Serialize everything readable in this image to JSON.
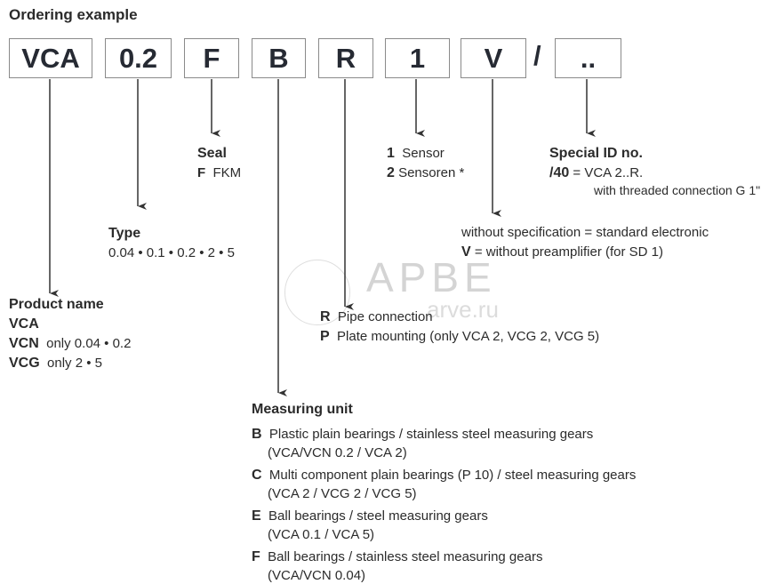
{
  "title": "Ordering example",
  "code_boxes": [
    "VCA",
    "0.2",
    "F",
    "B",
    "R",
    "1",
    "V",
    "/",
    ".."
  ],
  "seal": {
    "heading": "Seal",
    "items": [
      {
        "code": "F",
        "text": "FKM"
      }
    ]
  },
  "type": {
    "heading": "Type",
    "values": "0.04 • 0.1 • 0.2 • 2 • 5"
  },
  "product": {
    "heading": "Product name",
    "items": [
      {
        "code": "VCA",
        "text": ""
      },
      {
        "code": "VCN",
        "text": "only 0.04 • 0.2"
      },
      {
        "code": "VCG",
        "text": "only 2 • 5"
      }
    ]
  },
  "sensors": {
    "items": [
      {
        "code": "1",
        "text": "Sensor"
      },
      {
        "code": "2",
        "text": "Sensoren *"
      }
    ]
  },
  "special": {
    "heading": "Special ID no.",
    "code": "/40",
    "text": "= VCA 2..R.",
    "sub": "with threaded connection G 1\""
  },
  "electronics": {
    "line1": "without specification = standard electronic",
    "code": "V",
    "line2": "= without preamplifier (for SD 1)"
  },
  "connection": {
    "items": [
      {
        "code": "R",
        "text": "Pipe connection"
      },
      {
        "code": "P",
        "text": "Plate mounting (only VCA 2, VCG 2, VCG 5)"
      }
    ]
  },
  "measuring": {
    "heading": "Measuring unit",
    "items": [
      {
        "code": "B",
        "text": "Plastic plain bearings / stainless steel measuring gears",
        "sub": "(VCA/VCN 0.2 / VCA 2)"
      },
      {
        "code": "C",
        "text": "Multi component plain bearings (P 10) / steel measuring gears",
        "sub": "(VCA 2 / VCG 2 / VCG 5)"
      },
      {
        "code": "E",
        "text": "Ball bearings / steel measuring gears",
        "sub": "(VCA 0.1 / VCA 5)"
      },
      {
        "code": "F",
        "text": "Ball bearings / stainless steel measuring gears",
        "sub": "(VCA/VCN 0.04)"
      }
    ]
  },
  "watermark": {
    "logo": "APBE",
    "site": "arve.ru"
  }
}
